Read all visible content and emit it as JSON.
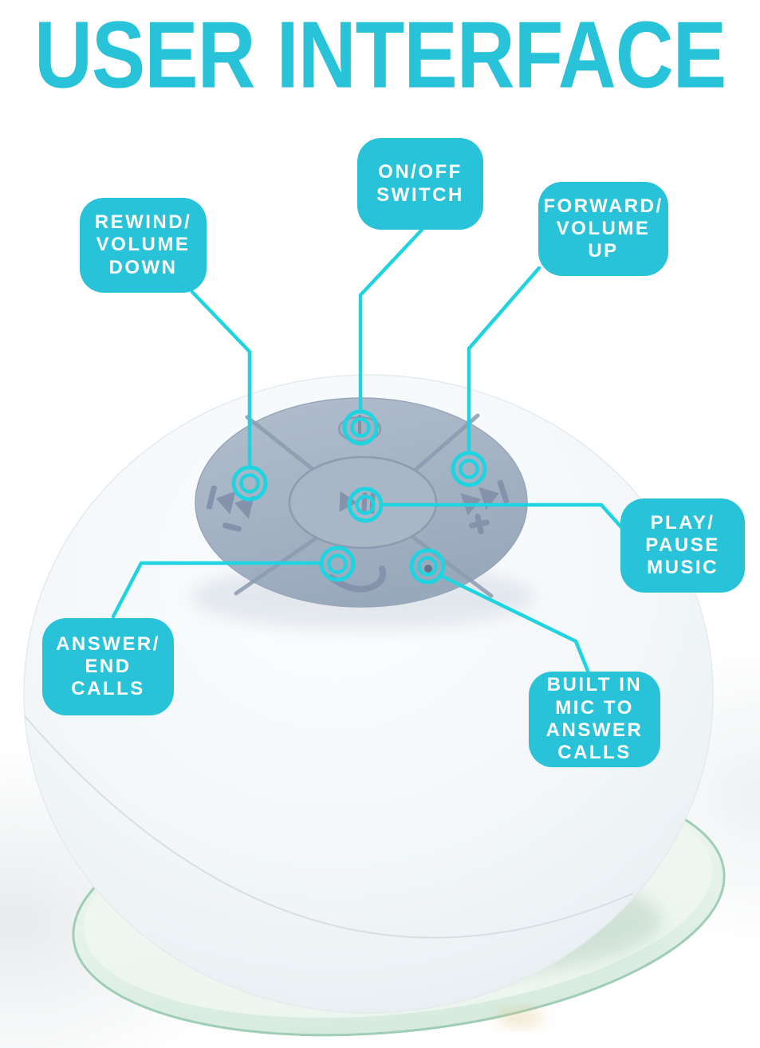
{
  "title": "USER INTERFACE",
  "colors": {
    "accent_cyan": "#29c3d9",
    "line_cyan": "#1fd4e0",
    "pad_gray": "#a6b3c4",
    "icon_gray": "#8493ab",
    "body_white": "#f2f6f8",
    "suction_mint": "#e6f2ea",
    "suction_rim": "#9fcdb6",
    "label_text": "#ffffff"
  },
  "callouts": [
    {
      "id": "on-off",
      "label": "ON/OFF\nSWITCH"
    },
    {
      "id": "rewind",
      "label": "REWIND/\nVOLUME\nDOWN"
    },
    {
      "id": "forward",
      "label": "FORWARD/\nVOLUME\nUP"
    },
    {
      "id": "play-pause",
      "label": "PLAY/\nPAUSE\nMUSIC"
    },
    {
      "id": "answer",
      "label": "ANSWER/\nEND\nCALLS"
    },
    {
      "id": "mic",
      "label": "BUILT IN\nMIC TO\nANSWER\nCALLS"
    }
  ],
  "device": {
    "type": "bluetooth-shower-speaker-with-suction-cup",
    "control_pad_icons": [
      "power-icon",
      "rewind-icon",
      "minus-icon",
      "forward-icon",
      "plus-icon",
      "play-pause-icon",
      "phone-icon",
      "mic-hole"
    ],
    "annotation_marker": "double-circle-target-ring"
  }
}
